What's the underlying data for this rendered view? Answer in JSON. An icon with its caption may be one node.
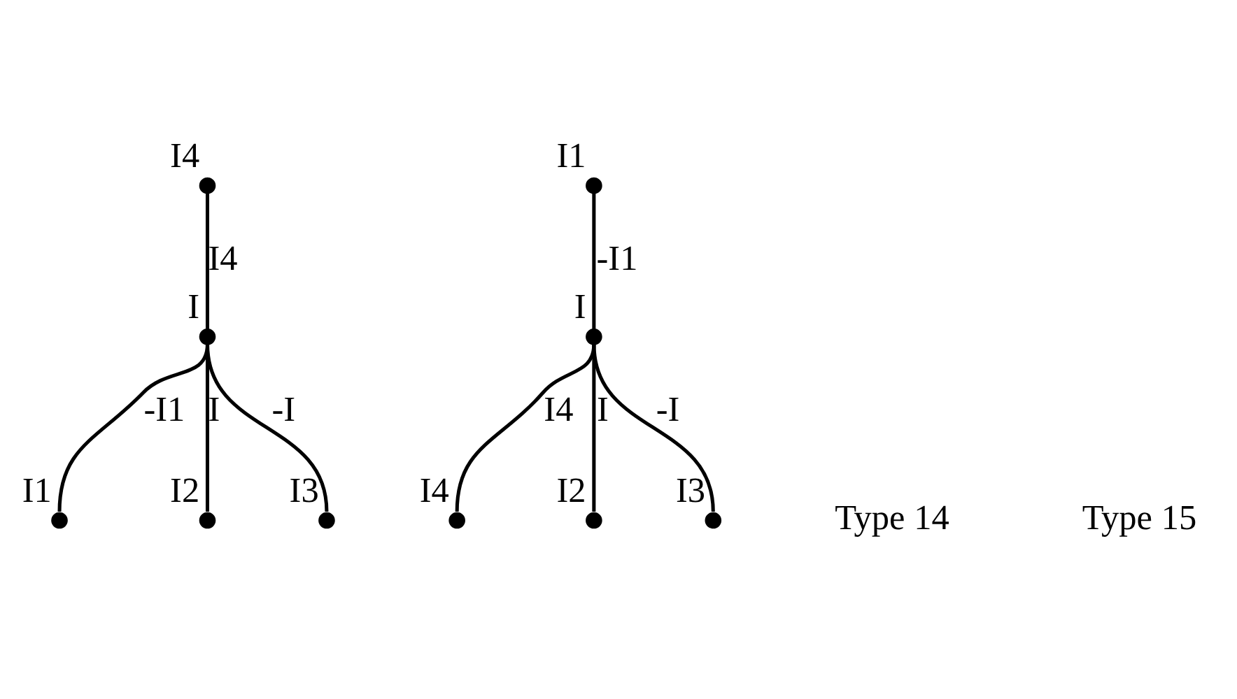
{
  "diagram": {
    "nodes": [
      {
        "text": [],
        "shape": "circle",
        "beside": [
          "I4"
        ]
      },
      {
        "text": [],
        "shape": "circle",
        "beside": [
          "I"
        ]
      },
      {
        "text": [],
        "shape": "circle",
        "beside": [
          "I1"
        ]
      },
      {
        "text": [],
        "shape": "circle",
        "beside": [
          "I2"
        ]
      },
      {
        "text": [],
        "shape": "circle",
        "beside": [
          "I3"
        ]
      },
      {
        "text": [],
        "shape": "circle",
        "beside": [
          "I1"
        ]
      },
      {
        "text": [],
        "shape": "circle",
        "beside": [
          "I"
        ]
      },
      {
        "text": [],
        "shape": "circle",
        "beside": [
          "I4"
        ]
      },
      {
        "text": [],
        "shape": "circle",
        "beside": [
          "I2"
        ]
      },
      {
        "text": [],
        "shape": "circle",
        "beside": [
          "I3"
        ]
      }
    ],
    "edges": [
      {
        "from": 0,
        "to": 1,
        "arrow": "none",
        "label": "I4"
      },
      {
        "from": 1,
        "to": 2,
        "arrow": "none",
        "label": "-I1"
      },
      {
        "from": 1,
        "to": 3,
        "arrow": "none",
        "label": "I"
      },
      {
        "from": 1,
        "to": 4,
        "arrow": "none",
        "label": "-I"
      },
      {
        "from": 5,
        "to": 6,
        "arrow": "none",
        "label": "-I1"
      },
      {
        "from": 6,
        "to": 7,
        "arrow": "none",
        "label": "I4"
      },
      {
        "from": 6,
        "to": 8,
        "arrow": "none",
        "label": "I"
      },
      {
        "from": 6,
        "to": 9,
        "arrow": "none",
        "label": "-I"
      }
    ],
    "labels": [
      "Type 14",
      "Type 15"
    ]
  }
}
